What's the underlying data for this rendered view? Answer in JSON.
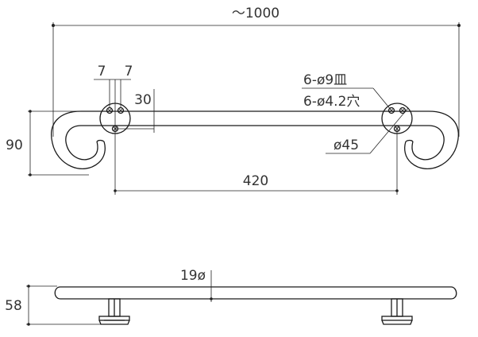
{
  "top_view": {
    "overall_length": "～1000",
    "screw_spec": "6-ø9皿",
    "hole_spec": "6-ø4.2穴",
    "flange_diameter": "ø45",
    "height": "90",
    "mount_spacing": "420",
    "bolt_offset_1": "7",
    "bolt_offset_2": "7",
    "flange_offset": "30"
  },
  "side_view": {
    "pipe_diameter": "19ø",
    "height": "58"
  }
}
